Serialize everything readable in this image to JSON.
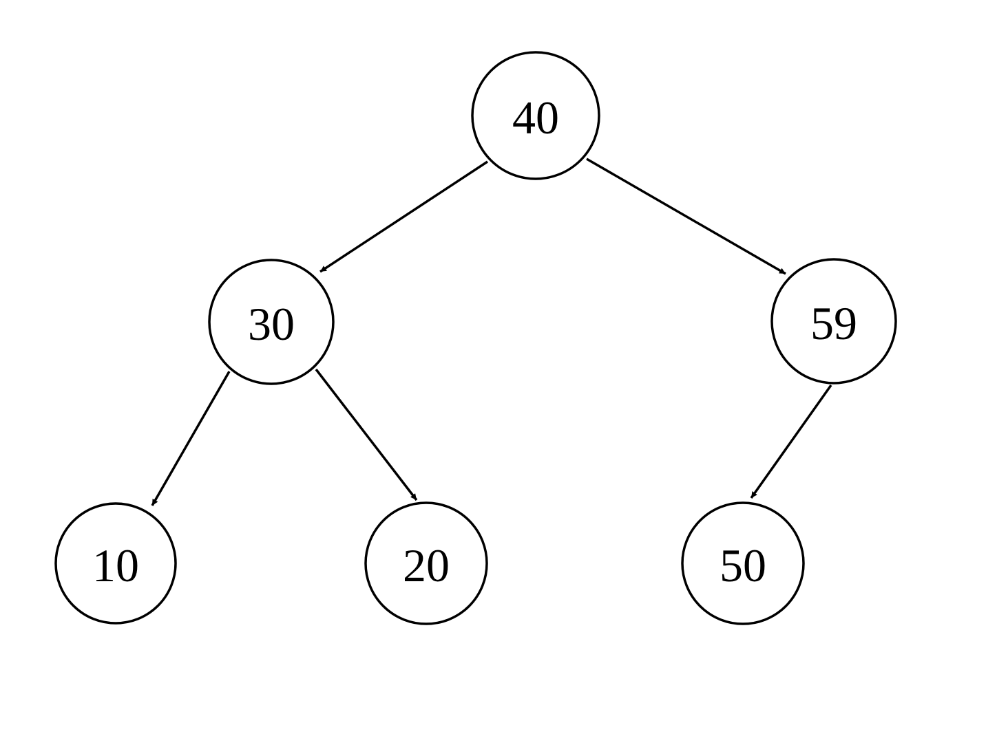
{
  "tree": {
    "nodes": [
      {
        "id": "n40",
        "label": "40"
      },
      {
        "id": "n30",
        "label": "30"
      },
      {
        "id": "n59",
        "label": "59"
      },
      {
        "id": "n10",
        "label": "10"
      },
      {
        "id": "n20",
        "label": "20"
      },
      {
        "id": "n50",
        "label": "50"
      }
    ],
    "edges": [
      {
        "from": "n40",
        "to": "n30"
      },
      {
        "from": "n40",
        "to": "n59"
      },
      {
        "from": "n30",
        "to": "n10"
      },
      {
        "from": "n30",
        "to": "n20"
      },
      {
        "from": "n59",
        "to": "n50"
      }
    ]
  }
}
